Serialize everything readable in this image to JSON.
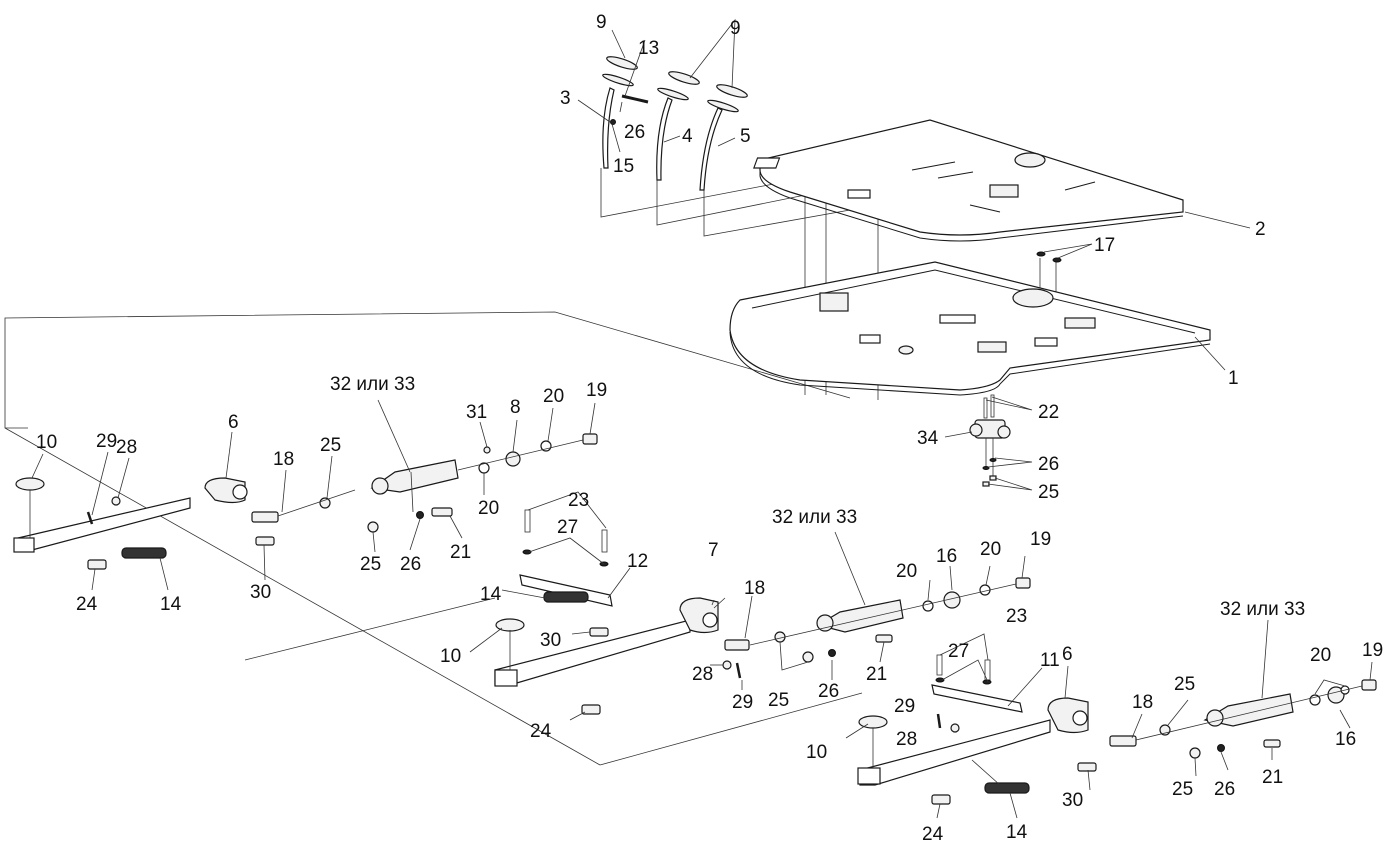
{
  "diagram": {
    "type": "exploded-assembly",
    "callouts": [
      {
        "id": "c9a",
        "text": "9"
      },
      {
        "id": "c13",
        "text": "13"
      },
      {
        "id": "c9b",
        "text": "9"
      },
      {
        "id": "c3",
        "text": "3"
      },
      {
        "id": "c26a",
        "text": "26"
      },
      {
        "id": "c15",
        "text": "15"
      },
      {
        "id": "c4",
        "text": "4"
      },
      {
        "id": "c5",
        "text": "5"
      },
      {
        "id": "c2",
        "text": "2"
      },
      {
        "id": "c17",
        "text": "17"
      },
      {
        "id": "c1",
        "text": "1"
      },
      {
        "id": "c22",
        "text": "22"
      },
      {
        "id": "c34",
        "text": "34"
      },
      {
        "id": "c26b",
        "text": "26"
      },
      {
        "id": "c25a",
        "text": "25"
      },
      {
        "id": "c3233a",
        "text": "32 или 33"
      },
      {
        "id": "c31",
        "text": "31"
      },
      {
        "id": "c8",
        "text": "8"
      },
      {
        "id": "c20a",
        "text": "20"
      },
      {
        "id": "c19a",
        "text": "19"
      },
      {
        "id": "c10a",
        "text": "10"
      },
      {
        "id": "c29a",
        "text": "29"
      },
      {
        "id": "c28a",
        "text": "28"
      },
      {
        "id": "c6a",
        "text": "6"
      },
      {
        "id": "c18a",
        "text": "18"
      },
      {
        "id": "c25b",
        "text": "25"
      },
      {
        "id": "c20b",
        "text": "20"
      },
      {
        "id": "c25c",
        "text": "25"
      },
      {
        "id": "c26c",
        "text": "26"
      },
      {
        "id": "c21a",
        "text": "21"
      },
      {
        "id": "c24a",
        "text": "24"
      },
      {
        "id": "c14a",
        "text": "14"
      },
      {
        "id": "c30a",
        "text": "30"
      },
      {
        "id": "c23a",
        "text": "23"
      },
      {
        "id": "c27a",
        "text": "27"
      },
      {
        "id": "c12",
        "text": "12"
      },
      {
        "id": "c3233b",
        "text": "32 или 33"
      },
      {
        "id": "c7",
        "text": "7"
      },
      {
        "id": "c14b",
        "text": "14"
      },
      {
        "id": "c30b",
        "text": "30"
      },
      {
        "id": "c10b",
        "text": "10"
      },
      {
        "id": "c18b",
        "text": "18"
      },
      {
        "id": "c20c",
        "text": "20"
      },
      {
        "id": "c16a",
        "text": "16"
      },
      {
        "id": "c20d",
        "text": "20"
      },
      {
        "id": "c19b",
        "text": "19"
      },
      {
        "id": "c28b",
        "text": "28"
      },
      {
        "id": "c29b",
        "text": "29"
      },
      {
        "id": "c25d",
        "text": "25"
      },
      {
        "id": "c26d",
        "text": "26"
      },
      {
        "id": "c21b",
        "text": "21"
      },
      {
        "id": "c24b",
        "text": "24"
      },
      {
        "id": "c23b",
        "text": "23"
      },
      {
        "id": "c27b",
        "text": "27"
      },
      {
        "id": "c11",
        "text": "11"
      },
      {
        "id": "c3233c",
        "text": "32 или 33"
      },
      {
        "id": "c20e",
        "text": "20"
      },
      {
        "id": "c19c",
        "text": "19"
      },
      {
        "id": "c16b",
        "text": "16"
      },
      {
        "id": "c10c",
        "text": "10"
      },
      {
        "id": "c29c",
        "text": "29"
      },
      {
        "id": "c28c",
        "text": "28"
      },
      {
        "id": "c6b",
        "text": "6"
      },
      {
        "id": "c18c",
        "text": "18"
      },
      {
        "id": "c25e",
        "text": "25"
      },
      {
        "id": "c30c",
        "text": "30"
      },
      {
        "id": "c25f",
        "text": "25"
      },
      {
        "id": "c26e",
        "text": "26"
      },
      {
        "id": "c21c",
        "text": "21"
      },
      {
        "id": "c24c",
        "text": "24"
      },
      {
        "id": "c14c",
        "text": "14"
      }
    ],
    "line_color": "#1a1a1a",
    "background": "#ffffff"
  }
}
